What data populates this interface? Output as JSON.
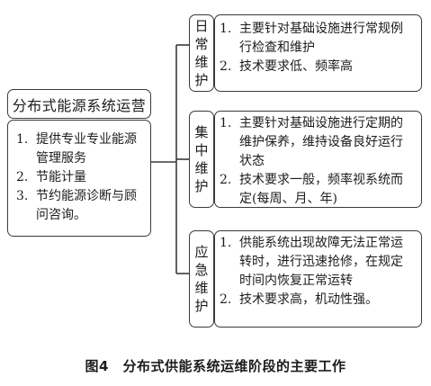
{
  "main": {
    "title": "分布式能源系统运营",
    "items": [
      {
        "num": "1.",
        "text": "提供专业专业能源管理服务"
      },
      {
        "num": "2.",
        "text": "节能计量"
      },
      {
        "num": "3.",
        "text": "节约能源诊断与顾问咨询。"
      }
    ]
  },
  "branches": [
    {
      "category": [
        "日",
        "常",
        "维",
        "护"
      ],
      "items": [
        {
          "num": "1.",
          "text": "主要针对基础设施进行常规例行检查和维护"
        },
        {
          "num": "2.",
          "text": "技术要求低、频率高"
        }
      ]
    },
    {
      "category": [
        "集",
        "中",
        "维",
        "护"
      ],
      "items": [
        {
          "num": "1.",
          "text": "主要针对基础设施进行定期的维护保养，维持设备良好运行状态"
        },
        {
          "num": "2.",
          "text": "技术要求一般，频率视系统而定(每周、月、年)"
        }
      ]
    },
    {
      "category": [
        "应",
        "急",
        "维",
        "护"
      ],
      "items": [
        {
          "num": "1.",
          "text": "供能系统出现故障无法正常运转时，进行迅速抢修，在规定时间内恢复正常运转"
        },
        {
          "num": "2.",
          "text": "技术要求高，机动性强。"
        }
      ]
    }
  ],
  "caption": "图4　分布式供能系统运维阶段的主要工作"
}
